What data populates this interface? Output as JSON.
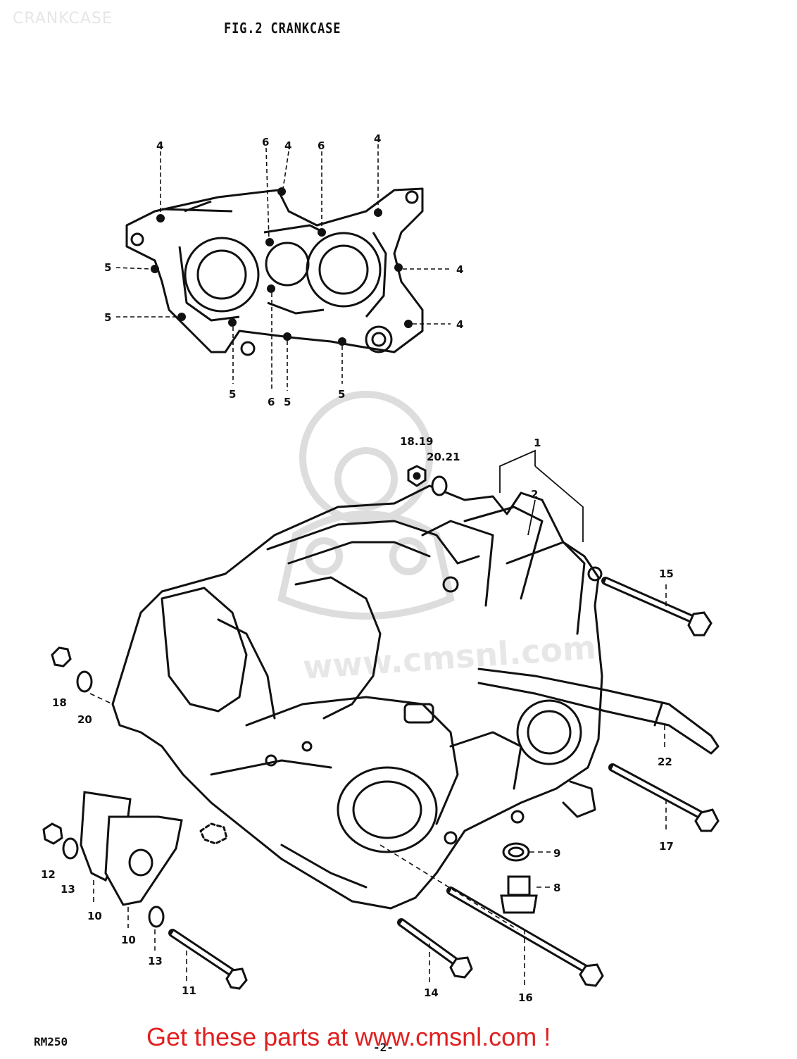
{
  "page_label": "CRANKCASE",
  "figure_title": "FIG.2  CRANKCASE",
  "model_code": "RM250",
  "page_number": "-2-",
  "promo_text": "Get these parts at www.cmsnl.com !",
  "watermark": "www.cmsnl.com",
  "accent_color": "#e02020",
  "gasket_view": {
    "callouts": [
      "4",
      "6",
      "4",
      "6",
      "4",
      "5",
      "4",
      "5",
      "4",
      "5",
      "6",
      "5",
      "5"
    ]
  },
  "assembly_view": {
    "callouts": [
      "18.19",
      "20.21",
      "1",
      "2",
      "15",
      "18",
      "20",
      "22",
      "17",
      "9",
      "8",
      "12",
      "13",
      "10",
      "10",
      "13",
      "11",
      "14",
      "16"
    ]
  }
}
